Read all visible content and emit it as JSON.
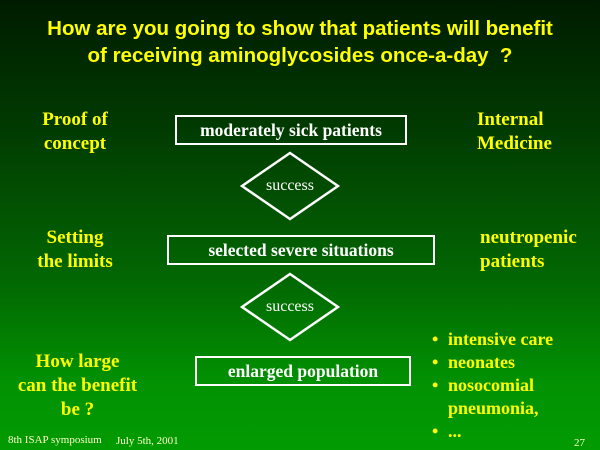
{
  "title": {
    "line1": "How are you going to show that patients will benefit",
    "line2": "of receiving aminoglycosides once-a-day  ?"
  },
  "left_labels": [
    {
      "text": "Proof of\nconcept"
    },
    {
      "text": "Setting\nthe limits"
    },
    {
      "text": "How large\ncan the benefit\nbe ?"
    }
  ],
  "flow": {
    "boxes": [
      {
        "label": "moderately sick patients"
      },
      {
        "label": "selected severe situations"
      },
      {
        "label": "enlarged population"
      }
    ],
    "diamond_label": "success"
  },
  "right_labels": [
    {
      "text": "Internal\nMedicine"
    },
    {
      "text": "neutropenic\npatients"
    }
  ],
  "bullets": {
    "glyph": "•",
    "items": [
      "intensive care",
      "neonates",
      "nosocomial\npneumonia,",
      "..."
    ]
  },
  "footer": {
    "event": "8th ISAP symposium",
    "date": "July 5th, 2001",
    "page": "27"
  },
  "colors": {
    "accent_yellow": "#ffff00",
    "text_white": "#ffffff",
    "footer_pale": "#ffffcc",
    "bg_top": "#001c00",
    "bg_bottom": "#029b02"
  }
}
